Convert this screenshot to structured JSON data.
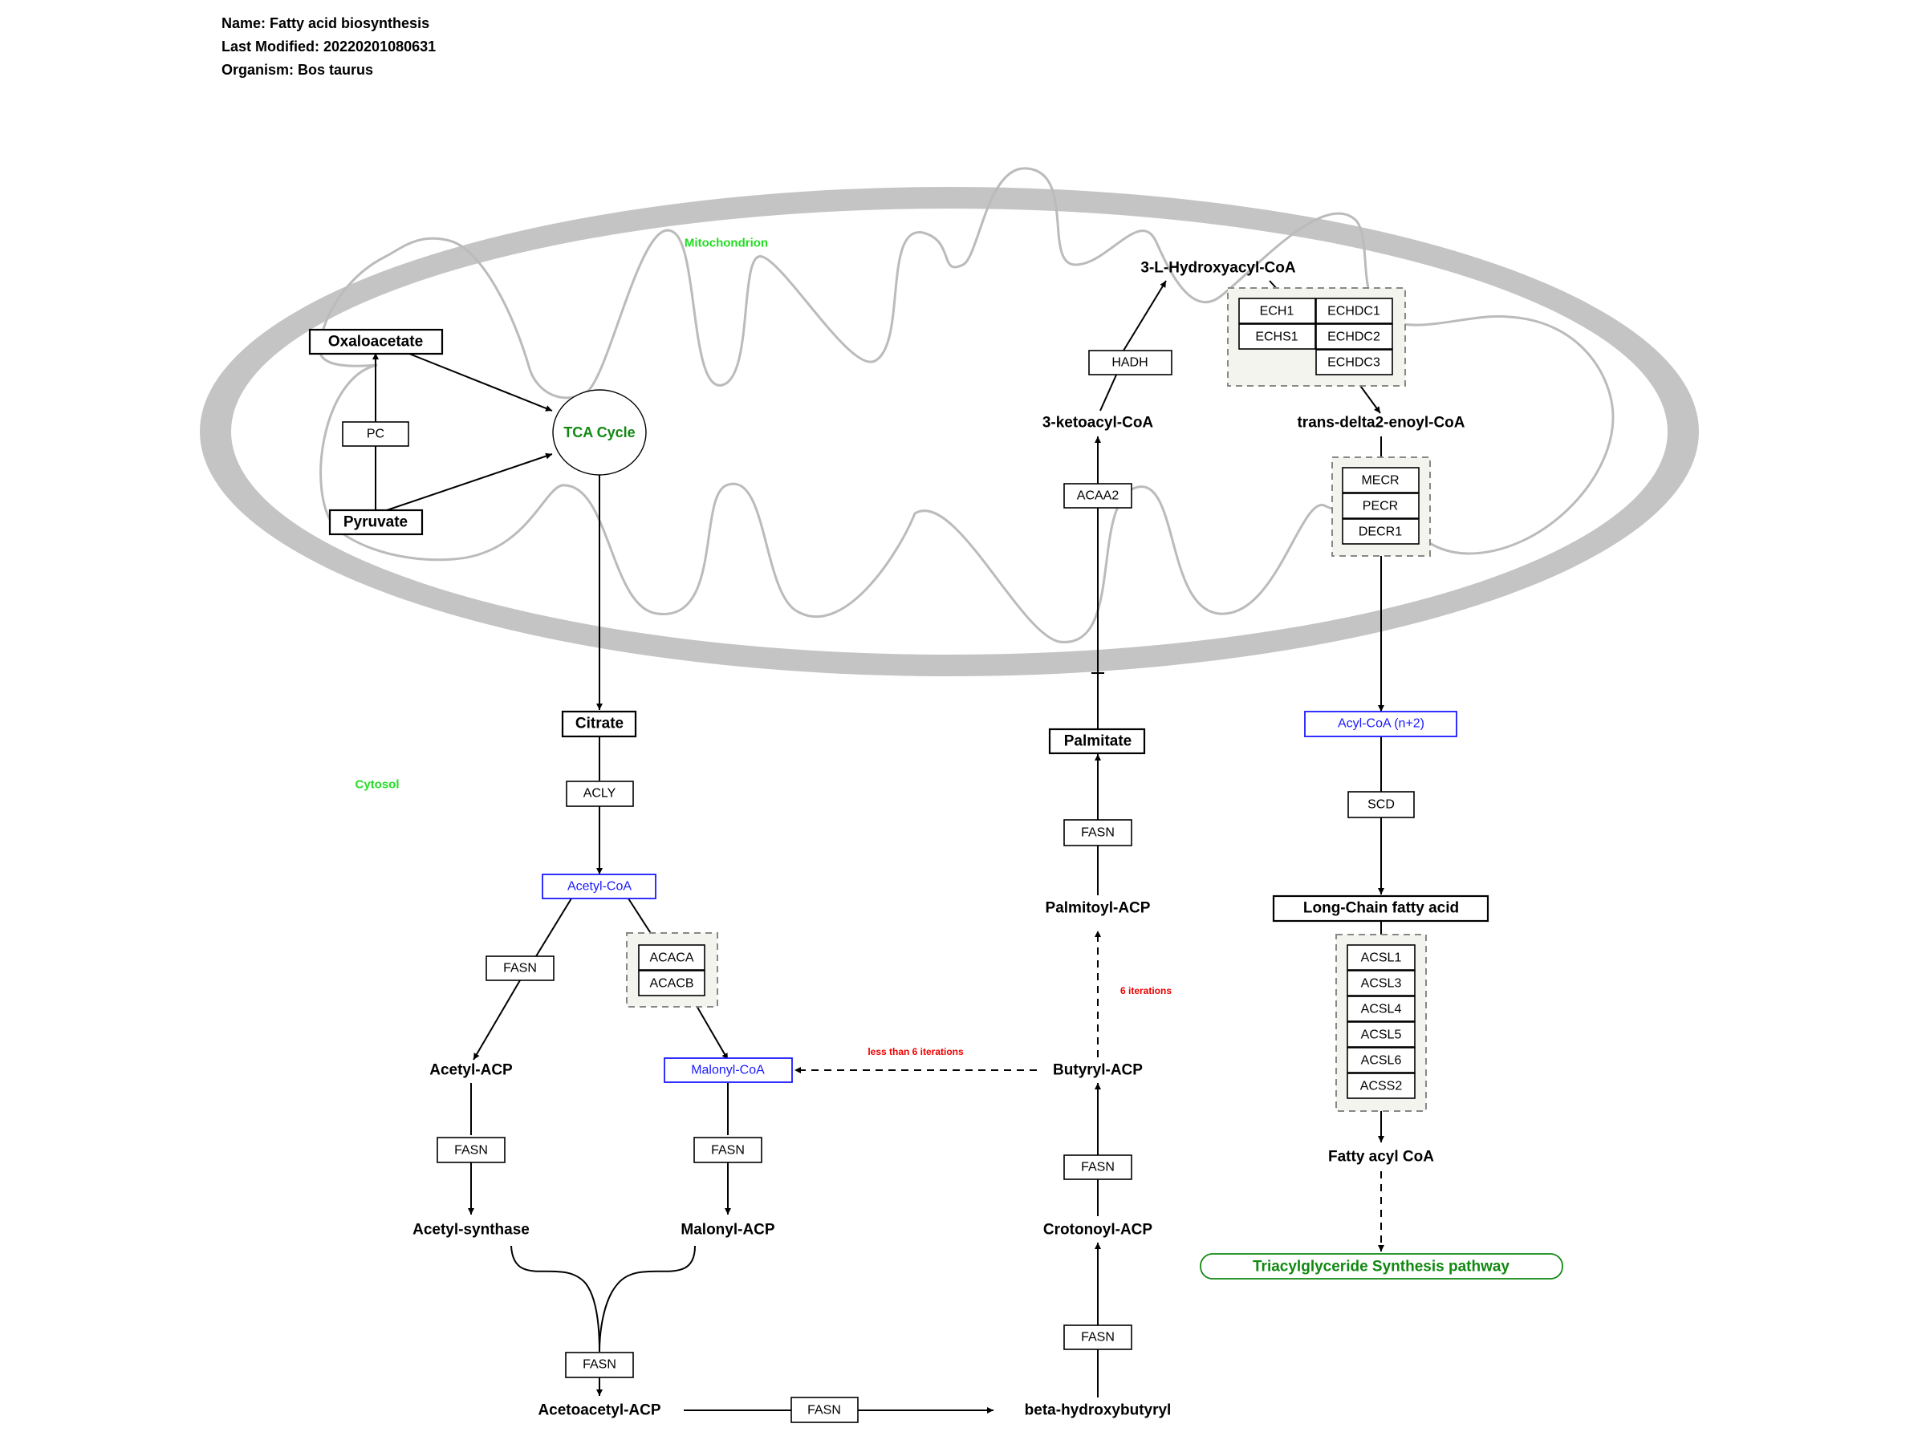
{
  "header": {
    "name": "Name: Fatty acid biosynthesis",
    "modified": "Last Modified: 20220201080631",
    "organism": "Organism: Bos taurus"
  },
  "compartments": {
    "mitochondrion": "Mitochondrion",
    "cytosol": "Cytosol"
  },
  "metabolites": {
    "oxaloacetate": "Oxaloacetate",
    "pyruvate": "Pyruvate",
    "tca_cycle": "TCA Cycle",
    "citrate": "Citrate",
    "acetyl_coa": "Acetyl-CoA",
    "acetyl_acp": "Acetyl-ACP",
    "malonyl_coa": "Malonyl-CoA",
    "acetyl_synthase": "Acetyl-synthase",
    "malonyl_acp": "Malonyl-ACP",
    "acetoacetyl_acp": "Acetoacetyl-ACP",
    "beta_hydroxybutyryl": "beta-hydroxybutyryl",
    "crotonoyl_acp": "Crotonoyl-ACP",
    "butyryl_acp": "Butyryl-ACP",
    "palmitoyl_acp": "Palmitoyl-ACP",
    "palmitate": "Palmitate",
    "ketoacyl_coa": "3-ketoacyl-CoA",
    "hydroxyacyl_coa": "3-L-Hydroxyacyl-CoA",
    "enoyl_coa": "trans-delta2-enoyl-CoA",
    "acyl_coa_n2": "Acyl-CoA (n+2)",
    "long_chain_fa": "Long-Chain fatty acid",
    "fatty_acyl_coa": "Fatty acyl CoA"
  },
  "genes": {
    "pc": "PC",
    "acly": "ACLY",
    "fasn": "FASN",
    "acaca": "ACACA",
    "acacb": "ACACB",
    "acaa2": "ACAA2",
    "hadh": "HADH",
    "ech1": "ECH1",
    "echs1": "ECHS1",
    "echdc1": "ECHDC1",
    "echdc2": "ECHDC2",
    "echdc3": "ECHDC3",
    "mecr": "MECR",
    "pecr": "PECR",
    "decr1": "DECR1",
    "scd": "SCD",
    "acsl1": "ACSL1",
    "acsl3": "ACSL3",
    "acsl4": "ACSL4",
    "acsl5": "ACSL5",
    "acsl6": "ACSL6",
    "acss2": "ACSS2"
  },
  "annotations": {
    "six_iterations": "6 iterations",
    "less_than_six": "less than 6 iterations"
  },
  "pathway_link": "Triacylglyceride Synthesis pathway",
  "colors": {
    "compartment_label": "#22dd22",
    "pathway_link": "#118811",
    "annotation": "#ee0000",
    "metabolite_link": "#1a1aff",
    "membrane": "#c4c4c4"
  }
}
